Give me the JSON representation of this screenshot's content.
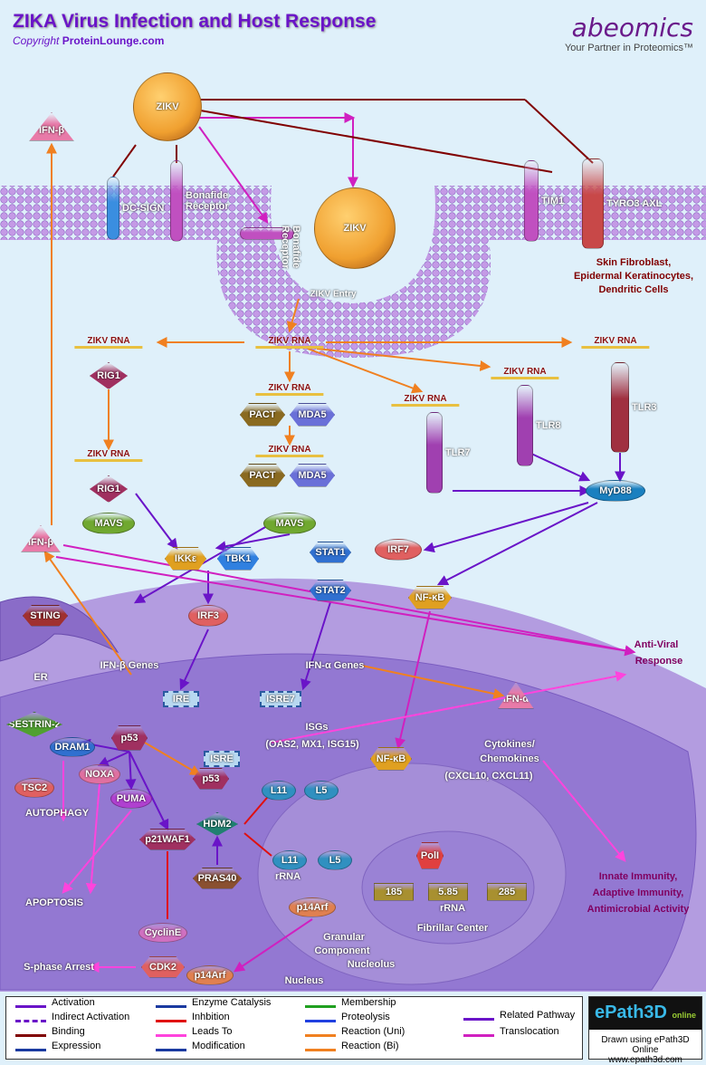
{
  "header": {
    "title": "ZIKA Virus Infection and Host Response",
    "copyright_prefix": "Copyright",
    "copyright_site": "ProteinLounge.com"
  },
  "logo": {
    "brand": "abeomics",
    "tagline": "Your Partner in Proteomics™"
  },
  "colors": {
    "background": "#dff0fa",
    "cytoplasm": "#a990d8",
    "nucleus": "#8e6fcc",
    "activation": "#6a14c8",
    "translocation": "#d020c0",
    "reaction": "#f08020",
    "leads_to": "#ff44dd",
    "inhibition": "#e01010"
  },
  "nodes": {
    "ifnb_top": "IFN-β",
    "zikv_top": "ZIKV",
    "dc_sign": "DC-SIGN",
    "bonafide1": "Bonafide Receptor",
    "bonafide2": "Bonafide Receptor",
    "zikv_in": "ZIKV",
    "tim1": "TIM1",
    "tyro3": "TYRO3 AXL",
    "zikv_entry": "ZIKV Entry",
    "rna_c": "ZIKV RNA",
    "rna_l": "ZIKV RNA",
    "rna_r": "ZIKV RNA",
    "rna_tlr8": "ZIKV RNA",
    "rna_tlr7": "ZIKV RNA",
    "rna_pact1": "ZIKV RNA",
    "rna_pact2": "ZIKV RNA",
    "rna_rig2": "ZIKV RNA",
    "rig1a": "RIG1",
    "rig1b": "RIG1",
    "pact1": "PACT",
    "mda5a": "MDA5",
    "pact2": "PACT",
    "mda5b": "MDA5",
    "tlr7": "TLR7",
    "tlr8": "TLR8",
    "tlr3": "TLR3",
    "myd88": "MyD88",
    "mavs1": "MAVS",
    "mavs2": "MAVS",
    "ifnb_mid": "IFN-β",
    "ikke": "IKKε",
    "tbk1": "TBK1",
    "irf7": "IRF7",
    "stat1": "STAT1",
    "stat2": "STAT2",
    "nfkb1": "NF-κB",
    "sting": "STING",
    "irf3": "IRF3",
    "ire": "IRE",
    "isre7": "ISRE7",
    "isre": "ISRE",
    "ifna": "IFN-α",
    "p53a": "p53",
    "sestrin": "SESTRIN-2",
    "dram1": "DRAM1",
    "tsc2": "TSC2",
    "noxa": "NOXA",
    "puma": "PUMA",
    "nfkb2": "NF-κB",
    "p53b": "p53",
    "l11a": "L11",
    "l5a": "L5",
    "hdm2": "HDM2",
    "l11b": "L11",
    "l5b": "L5",
    "p21": "p21WAF1",
    "pras40": "PRAS40",
    "cycline": "CyclinE",
    "cdk2": "CDK2",
    "p14a": "p14Arf",
    "p14b": "p14Arf",
    "poli": "PolI",
    "r185": "185",
    "r58": "5.85",
    "r285": "285"
  },
  "labels": {
    "skin": "Skin Fibroblast,",
    "kera": "Epidermal Keratinocytes,",
    "dend": "Dendritic Cells",
    "er": "ER",
    "ifnb_genes": "IFN-β Genes",
    "ifna_genes": "IFN-α Genes",
    "antiviral1": "Anti-Viral",
    "antiviral2": "Response",
    "isgs": "ISGs",
    "isgs_list": "(OAS2, MX1, ISG15)",
    "cyto1": "Cytokines/",
    "cyto2": "Chemokines",
    "cxcl": "(CXCL10, CXCL11)",
    "autophagy": "AUTOPHAGY",
    "apoptosis": "APOPTOSIS",
    "sphase": "S-phase Arrest",
    "rrna1": "rRNA",
    "rrna2": "rRNA",
    "fibrillar": "Fibrillar Center",
    "granular1": "Granular",
    "granular2": "Component",
    "nucleolus": "Nucleolus",
    "nucleus": "Nucleus",
    "innate1": "Innate Immunity,",
    "innate2": "Adaptive Immunity,",
    "innate3": "Antimicrobial Activity"
  },
  "legend": {
    "items": [
      "Activation",
      "Indirect Activation",
      "Binding",
      "Expression",
      "Enzyme Catalysis",
      "Inhbition",
      "Leads To",
      "Modification",
      "Membership",
      "Proteolysis",
      "Reaction (Uni)",
      "Reaction (Bi)",
      "Related Pathway",
      "Translocation"
    ]
  },
  "epath": {
    "brand": "ePath3D",
    "sub": "online",
    "line1": "Drawn using ePath3D Online",
    "line2": "www.epath3d.com"
  }
}
